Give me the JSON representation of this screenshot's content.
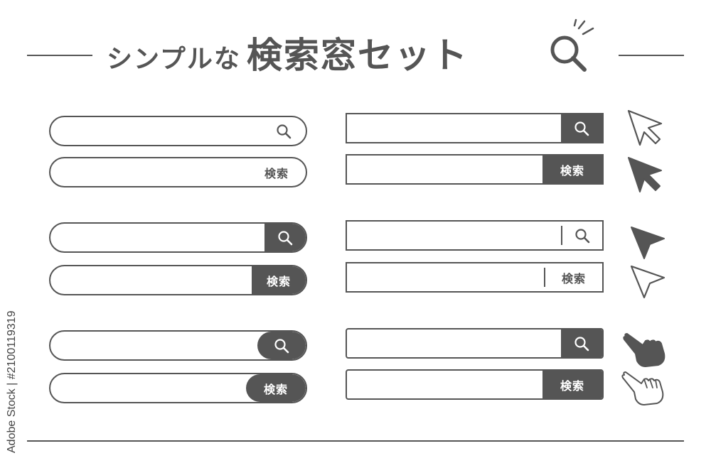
{
  "header": {
    "title_small": "シンプルな",
    "title_big": "検索窓セット"
  },
  "watermark": "Adobe Stock | #2100119319",
  "search_label": "検索",
  "colors": {
    "stroke": "#555555",
    "fill_dark": "#555555",
    "background": "#ffffff"
  },
  "search_bars": [
    {
      "style": "rounded-outline-icon",
      "button": "magnifier-icon"
    },
    {
      "style": "rounded-outline-text",
      "button": "検索"
    },
    {
      "style": "rounded-dark-tab-icon",
      "button": "magnifier-icon"
    },
    {
      "style": "rounded-dark-tab-text",
      "button": "検索"
    },
    {
      "style": "rounded-dark-pill-icon",
      "button": "magnifier-icon"
    },
    {
      "style": "rounded-dark-pill-text",
      "button": "検索"
    },
    {
      "style": "square-dark-icon",
      "button": "magnifier-icon"
    },
    {
      "style": "square-dark-text",
      "button": "検索"
    },
    {
      "style": "square-divider-icon",
      "button": "magnifier-icon"
    },
    {
      "style": "square-divider-text",
      "button": "検索"
    },
    {
      "style": "square-rounded-dark-icon",
      "button": "magnifier-icon"
    },
    {
      "style": "square-rounded-dark-text",
      "button": "検索"
    }
  ],
  "pointers": [
    "arrow-cursor-outline-icon",
    "arrow-cursor-filled-icon",
    "triangle-cursor-filled-icon",
    "triangle-cursor-outline-icon",
    "hand-cursor-filled-icon",
    "hand-cursor-outline-icon"
  ]
}
